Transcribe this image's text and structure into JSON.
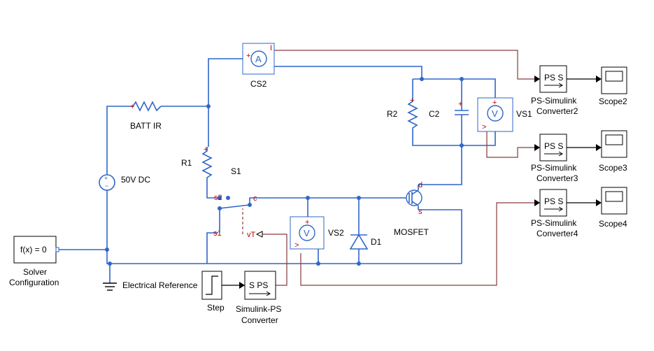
{
  "labels": {
    "batt_ir": "BATT IR",
    "source": "50V DC",
    "r1": "R1",
    "s1": "S1",
    "cs2": "CS2",
    "r2": "R2",
    "c2": "C2",
    "vs1": "VS1",
    "vs2": "VS2",
    "d1": "D1",
    "mosfet": "MOSFET",
    "solver_1": "Solver",
    "solver_2": "Configuration",
    "elec_ref": "Electrical Reference",
    "step": "Step",
    "slps_1": "Simulink-PS",
    "slps_2": "Converter",
    "pss2_1": "PS-Simulink",
    "pss2_2": "Converter2",
    "pss3_1": "PS-Simulink",
    "pss3_2": "Converter3",
    "pss4_1": "PS-Simulink",
    "pss4_2": "Converter4",
    "scope2": "Scope2",
    "scope3": "Scope3",
    "scope4": "Scope4"
  },
  "blocks": {
    "solver": "f(x) = 0",
    "slps": "S PS",
    "pss2": "PS S",
    "pss3": "PS S",
    "pss4": "PS S",
    "ammeter": "A",
    "vs1": "V",
    "vs2": "V"
  },
  "ports": {
    "cs2_i": "I",
    "sw_s2": "s2",
    "sw_s1": "s1",
    "sw_c": "c",
    "sw_vt": "vT",
    "mos_d": "d",
    "mos_s": "s",
    "plus": "+",
    "minus": "-"
  }
}
